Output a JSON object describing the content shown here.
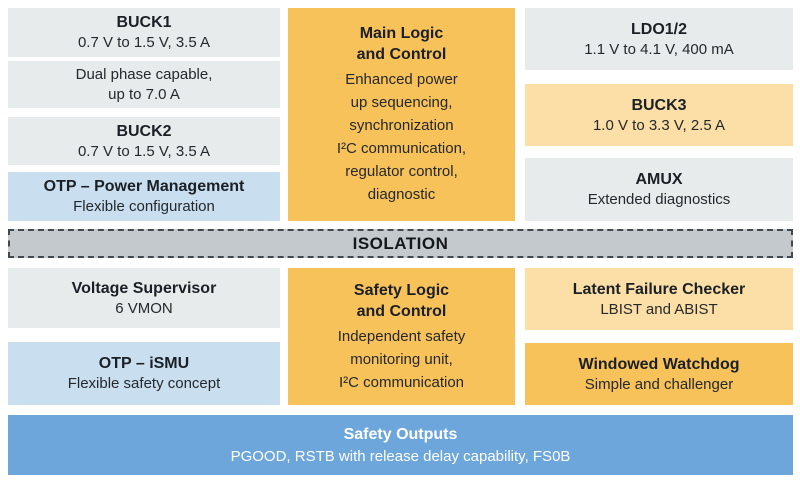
{
  "palette": {
    "bg": "#ffffff",
    "gray_block": "#e8ebec",
    "blue_block": "#c9dff0",
    "orange_block": "#f8c25a",
    "light_orange_block": "#fbdfa6",
    "isolation_bg": "#c3c9cd",
    "isolation_border": "#42484d",
    "safety_bar": "#6ca6db",
    "title_text": "#1b2026",
    "body_text": "#25282c",
    "bar_text": "#ffffff"
  },
  "top": {
    "buck1": {
      "title": "BUCK1",
      "subtitle": "0.7 V to 1.5 V, 3.5 A"
    },
    "dual_phase": {
      "text": "Dual phase capable,\nup to 7.0 A"
    },
    "buck2": {
      "title": "BUCK2",
      "subtitle": "0.7 V to 1.5 V, 3.5 A"
    },
    "otp_power": {
      "title": "OTP – Power Management",
      "subtitle": "Flexible configuration"
    },
    "main_logic": {
      "title": "Main Logic\nand Control",
      "body": "Enhanced power\nup sequencing,\nsynchronization\nI²C communication,\nregulator control,\ndiagnostic"
    },
    "ldo12": {
      "title": "LDO1/2",
      "subtitle": "1.1 V to 4.1 V, 400 mA"
    },
    "buck3": {
      "title": "BUCK3",
      "subtitle": "1.0 V to 3.3 V, 2.5 A"
    },
    "amux": {
      "title": "AMUX",
      "subtitle": "Extended diagnostics"
    }
  },
  "isolation": {
    "label": "ISOLATION"
  },
  "bottom": {
    "voltage_supervisor": {
      "title": "Voltage Supervisor",
      "subtitle": "6 VMON"
    },
    "otp_ismu": {
      "title": "OTP – iSMU",
      "subtitle": "Flexible safety concept"
    },
    "safety_logic": {
      "title": "Safety Logic\nand Control",
      "body": "Independent safety\nmonitoring unit,\nI²C communication"
    },
    "latent_failure": {
      "title": "Latent Failure Checker",
      "subtitle": "LBIST and ABIST"
    },
    "windowed_watchdog": {
      "title": "Windowed Watchdog",
      "subtitle": "Simple and challenger"
    }
  },
  "safety_outputs": {
    "title": "Safety Outputs",
    "subtitle": "PGOOD, RSTB with release delay capability, FS0B"
  }
}
